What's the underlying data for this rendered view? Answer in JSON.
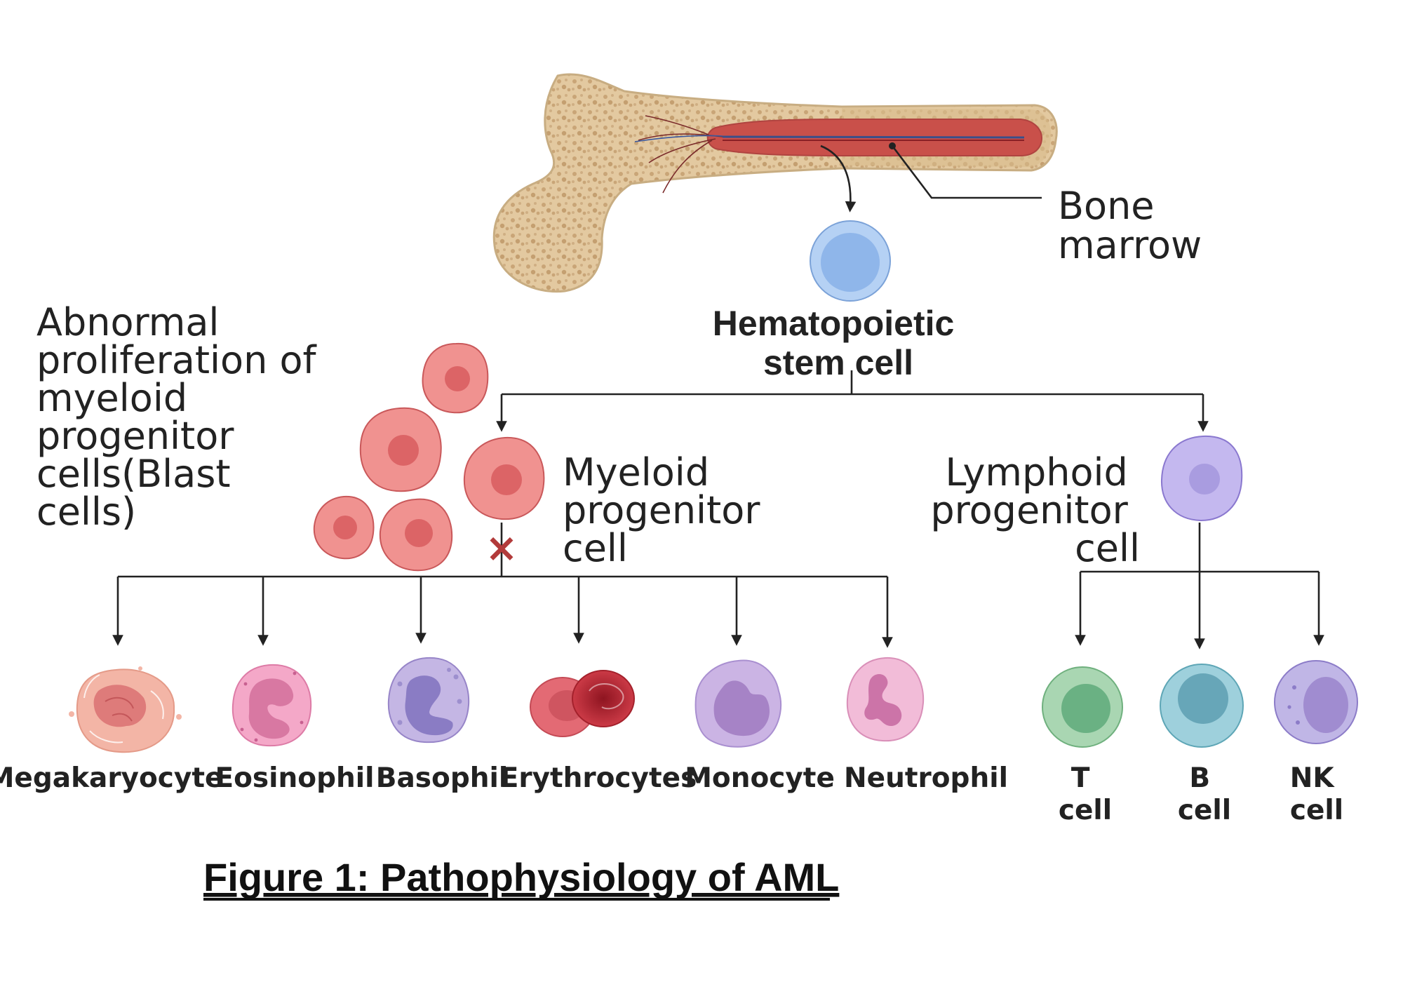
{
  "labels": {
    "bone_marrow": [
      "Bone",
      "marrow"
    ],
    "hsc": [
      "Hematopoietic",
      "stem cell"
    ],
    "blast": [
      "Abnormal",
      "proliferation of",
      "myeloid",
      "progenitor",
      "cells(Blast",
      "cells)"
    ],
    "myeloid": [
      "Myeloid",
      "progenitor",
      "cell"
    ],
    "lymphoid": [
      "Lymphoid",
      "progenitor",
      "cell"
    ]
  },
  "myeloid_cells": [
    "Megakaryocyte",
    "Eosinophil",
    "Basophil",
    "Erythrocytes",
    "Monocyte",
    "Neutrophil"
  ],
  "lymphoid_cells": [
    [
      "T",
      "cell"
    ],
    [
      "B",
      "cell"
    ],
    [
      "NK",
      "cell"
    ]
  ],
  "blocked_marker": "×",
  "figure_title": "Figure 1: Pathophysiology of AML",
  "colors": {
    "bone": "#e6cda0",
    "marrow": "#c9504a",
    "hsc": "#9fc2ee",
    "blast": "#ef8d8b",
    "lymphoid_progenitor": "#c4b8ef",
    "block_mark": "#b23a3a"
  }
}
